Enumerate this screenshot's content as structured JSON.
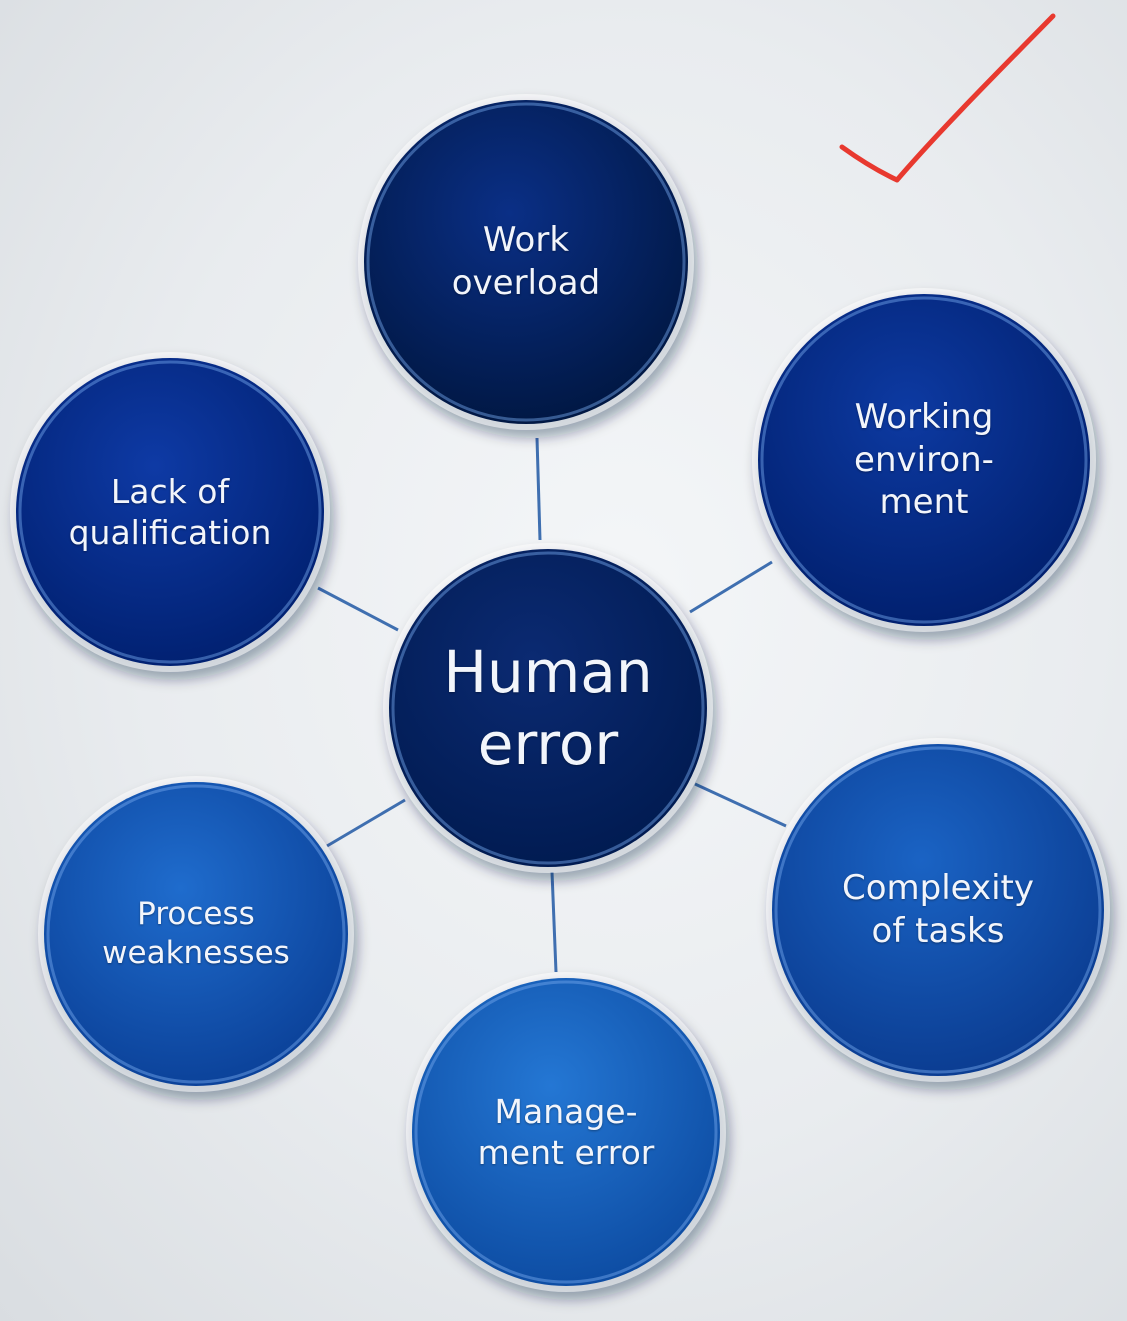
{
  "center": {
    "label": "Human\nerror",
    "color_top": "#0b2a72",
    "color_bottom": "#001a4f"
  },
  "nodes": [
    {
      "id": "work-overload",
      "label": "Work\noverload",
      "color": "#0a2f86",
      "shade": "#00163f"
    },
    {
      "id": "working-environment",
      "label": "Working\nenviron-\nment",
      "color": "#0d3aa2",
      "shade": "#001e6b"
    },
    {
      "id": "complexity-of-tasks",
      "label": "Complexity\nof tasks",
      "color": "#1a63c4",
      "shade": "#0a3a8e"
    },
    {
      "id": "management-error",
      "label": "Manage-\nment error",
      "color": "#2477d4",
      "shade": "#0c4aa0"
    },
    {
      "id": "process-weaknesses",
      "label": "Process\nweaknesses",
      "color": "#1f6ccd",
      "shade": "#0a3f96"
    },
    {
      "id": "lack-of-qualification",
      "label": "Lack of\nqualification",
      "color": "#0e3aa5",
      "shade": "#001f6e"
    }
  ],
  "connector_color": "#3f6fb0",
  "checkmark_color": "#e8392f"
}
